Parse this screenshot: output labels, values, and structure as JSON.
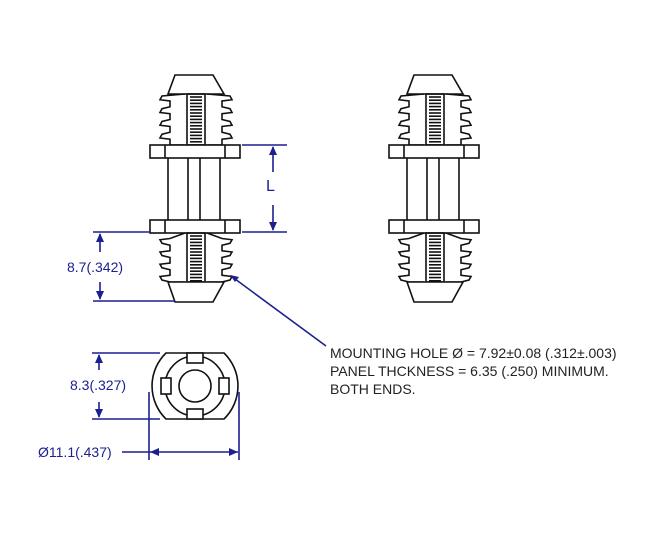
{
  "dimensions": {
    "length_label": "L",
    "barb_height": "8.7(.342)",
    "flat_width": "8.3(.327)",
    "diameter": "Ø11.1(.437)"
  },
  "note": {
    "lines": [
      "MOUNTING HOLE Ø = 7.92±0.08 (.312±.003)",
      "PANEL THCKNESS = 6.35 (.250) MINIMUM.",
      "BOTH ENDS."
    ]
  },
  "colors": {
    "dimension": "#1b1f8f",
    "outline": "#111111"
  }
}
